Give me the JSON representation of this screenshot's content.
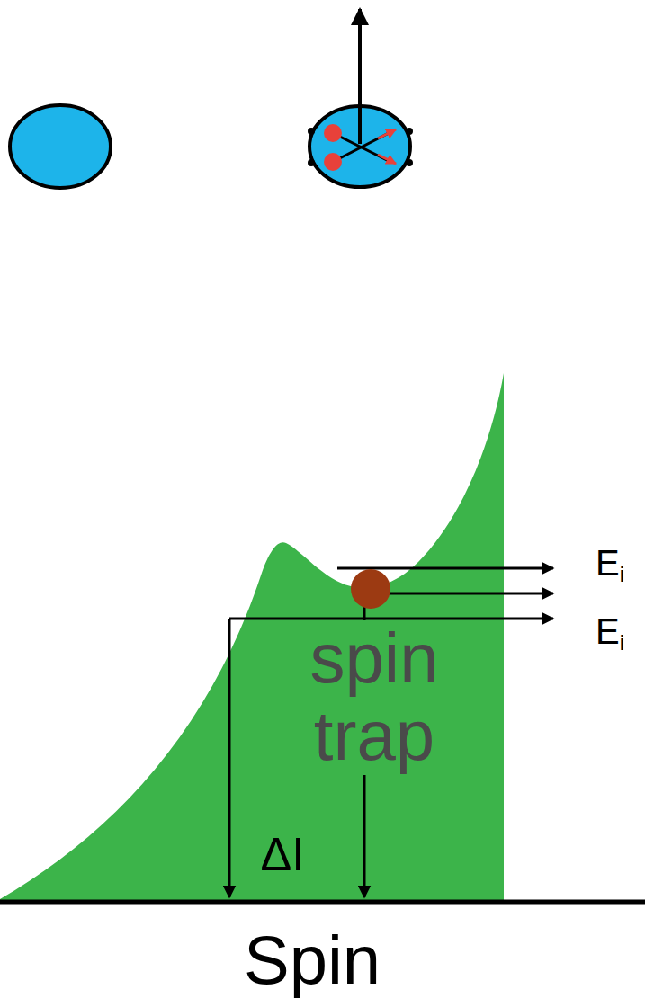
{
  "diagram": {
    "nodes": [
      {
        "text": [
          "spin trap",
          "ΔI"
        ]
      }
    ],
    "labels": [
      "Ei",
      "Ei",
      "Spin"
    ]
  }
}
